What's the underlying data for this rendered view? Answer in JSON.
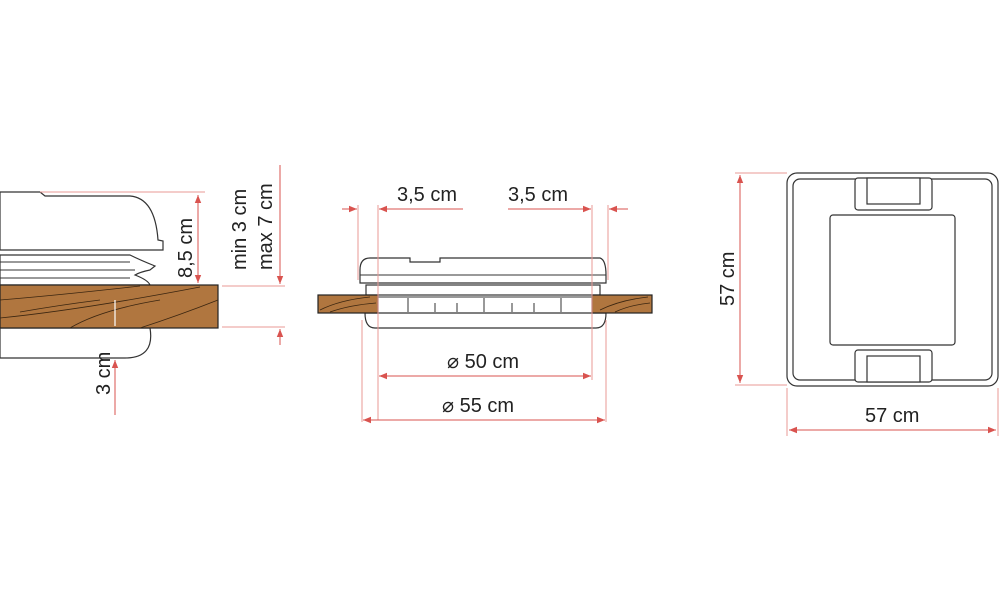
{
  "side_view": {
    "height_label": "8,5 cm",
    "roof_min_label": "min 3 cm",
    "roof_max_label": "max 7 cm",
    "inner_label": "3 cm"
  },
  "section_view": {
    "left_margin_label": "3,5 cm",
    "right_margin_label": "3,5 cm",
    "inner_diameter_label": "⌀ 50 cm",
    "outer_diameter_label": "⌀ 55 cm"
  },
  "top_view": {
    "height_label": "57 cm",
    "width_label": "57 cm"
  },
  "colors": {
    "wood": "#b0763f",
    "dimension": "#d9534f"
  }
}
